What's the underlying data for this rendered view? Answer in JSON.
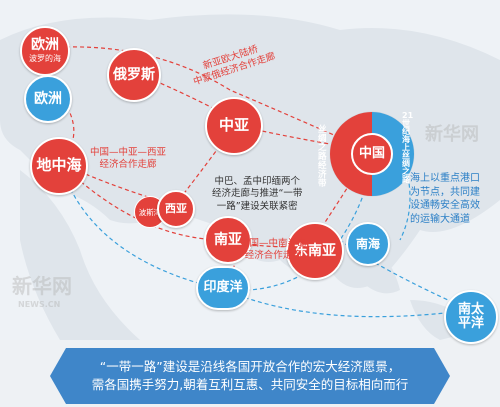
{
  "nodes": {
    "europe_top": {
      "label": "欧洲",
      "sub": "波罗的海"
    },
    "europe_mid": {
      "label": "欧洲"
    },
    "russia": {
      "label": "俄罗斯"
    },
    "central_asia": {
      "label": "中亚"
    },
    "mediterranean": {
      "label": "地中海"
    },
    "persian_gulf": {
      "label": "波斯湾"
    },
    "west_asia": {
      "label": "西亚"
    },
    "south_asia": {
      "label": "南亚"
    },
    "southeast_asia": {
      "label": "东南亚"
    },
    "indian_ocean": {
      "label": "印度洋"
    },
    "south_sea": {
      "label": "南海"
    },
    "south_pacific": {
      "label": "南太平洋"
    },
    "china": {
      "label": "中国",
      "ring_left": "丝绸之路经济带",
      "ring_right": "21世纪海上丝绸之路"
    }
  },
  "corridors": {
    "new_eurasia": "新亚欧大陆桥\n中蒙俄经济合作走廊",
    "china_central_west": "中国—中亚—西亚\n经济合作走廊",
    "bcim": "中巴、孟中印缅两个\n经济走廊与推进“一带\n一路”建设关联紧密",
    "china_indochina": "中国—中南半岛\n经济合作走廊",
    "sea_route": "海上以重点港口\n为节点，共同建\n设通畅安全高效\n的运输大通道"
  },
  "banner": {
    "line1": "“一带一路”建设是沿线各国开放合作的宏大经济愿景，",
    "line2": "需各国携手努力,朝着互利互惠、共同安全的目标相向而行"
  },
  "watermark": {
    "text": "新华网",
    "url": "NEWS.CN"
  },
  "colors": {
    "red": "#e3413b",
    "blue": "#3aa0dc",
    "banner": "#3f86c9"
  }
}
